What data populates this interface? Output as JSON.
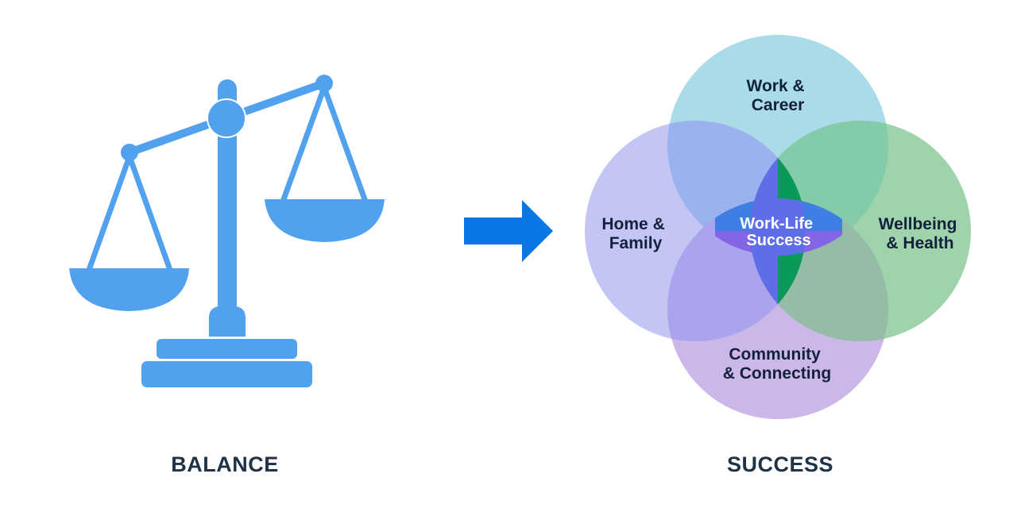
{
  "left_panel": {
    "icon": "balance-scale-icon",
    "caption": "BALANCE",
    "icon_color": "#52a1ee"
  },
  "arrow": {
    "icon": "right-arrow-icon",
    "color": "#0a76e6"
  },
  "right_panel": {
    "caption": "SUCCESS",
    "venn": {
      "center_label": [
        "Work-Life",
        "Success"
      ],
      "circles": [
        {
          "name": "work-career",
          "label": [
            "Work &",
            "Career"
          ],
          "color": "#a9dbe9"
        },
        {
          "name": "home-family",
          "label": [
            "Home &",
            "Family"
          ],
          "color": "#c3c6f4"
        },
        {
          "name": "wellbeing-health",
          "label": [
            "Wellbeing",
            "& Health"
          ],
          "color": "#9ed3ab"
        },
        {
          "name": "community-connecting",
          "label": [
            "Community",
            "& Connecting"
          ],
          "color": "#ccb8e8"
        }
      ],
      "overlap_colors": {
        "work_home": "#9ab2ee",
        "work_wellbeing": "#84cca9",
        "home_community": "#aaa4ee",
        "wellbeing_community": "#94bca7",
        "center": "#5e6ee6",
        "center_right": "#0a9a57",
        "top_lens": "#3f7fe4",
        "bottom_lens": "#8465e6"
      }
    }
  }
}
